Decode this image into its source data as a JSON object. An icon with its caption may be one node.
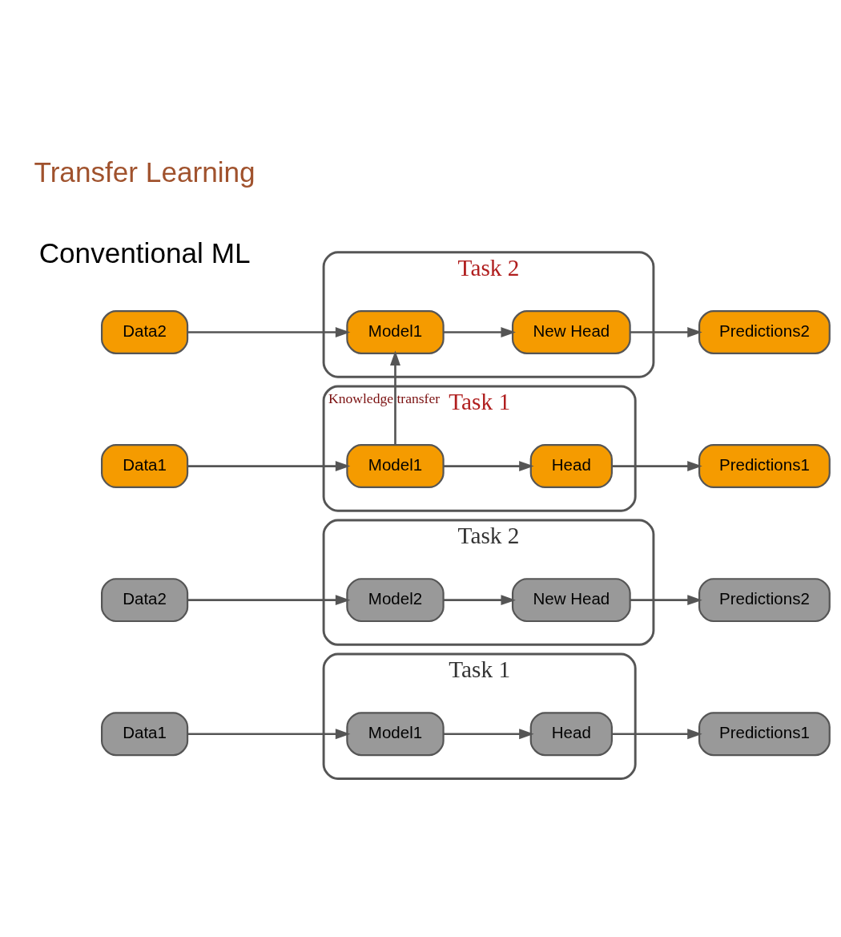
{
  "diagram": {
    "nodes": [
      {
        "text": [
          "Task 1"
        ]
      },
      {
        "text": [
          "Data1"
        ]
      },
      {
        "text": [
          "Model1"
        ],
        "in": 0
      },
      {
        "text": [
          "Head"
        ],
        "in": 0
      },
      {
        "text": [
          "Predictions1"
        ]
      },
      {
        "text": [
          "Task 2"
        ]
      },
      {
        "text": [
          "Data2"
        ]
      },
      {
        "text": [
          "Model2"
        ],
        "in": 5
      },
      {
        "text": [
          "New Head"
        ],
        "in": 5
      },
      {
        "text": [
          "Predictions2"
        ]
      },
      {
        "text": [
          "Task 1"
        ]
      },
      {
        "text": [
          "Data1"
        ]
      },
      {
        "text": [
          "Model1"
        ],
        "in": 10
      },
      {
        "text": [
          "Head"
        ],
        "in": 10
      },
      {
        "text": [
          "Predictions1"
        ]
      },
      {
        "text": [
          "Task 2"
        ]
      },
      {
        "text": [
          "Data2"
        ]
      },
      {
        "text": [
          "Model1"
        ],
        "in": 15
      },
      {
        "text": [
          "New Head"
        ],
        "in": 15
      },
      {
        "text": [
          "Predictions2"
        ]
      }
    ],
    "edges": [
      {
        "from": 1,
        "to": 2,
        "arrow": "to"
      },
      {
        "from": 2,
        "to": 3,
        "arrow": "to"
      },
      {
        "from": 3,
        "to": 4,
        "arrow": "to"
      },
      {
        "from": 6,
        "to": 7,
        "arrow": "to"
      },
      {
        "from": 7,
        "to": 8,
        "arrow": "to"
      },
      {
        "from": 8,
        "to": 9,
        "arrow": "to"
      },
      {
        "from": 11,
        "to": 12,
        "arrow": "to"
      },
      {
        "from": 12,
        "to": 13,
        "arrow": "to"
      },
      {
        "from": 13,
        "to": 14,
        "arrow": "to"
      },
      {
        "from": 12,
        "to": 17,
        "arrow": "to",
        "label": "Knowledge transfer"
      },
      {
        "from": 16,
        "to": 17,
        "arrow": "to"
      },
      {
        "from": 17,
        "to": 18,
        "arrow": "to"
      },
      {
        "from": 18,
        "to": 19,
        "arrow": "to"
      }
    ],
    "labels": [
      "Conventional ML",
      "Transfer Learning"
    ]
  }
}
